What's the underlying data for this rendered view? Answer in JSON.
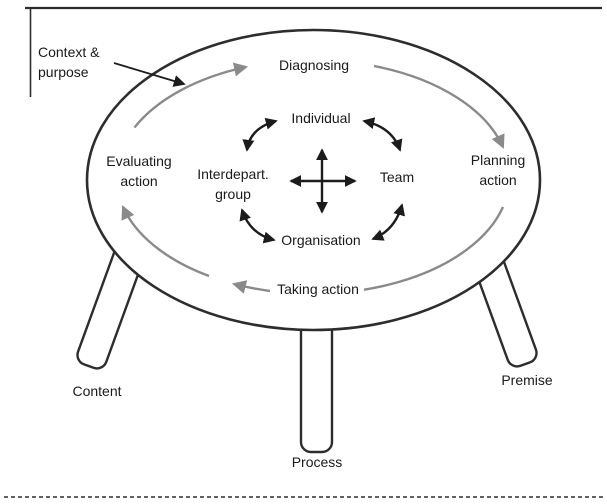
{
  "figure": {
    "context_note": {
      "line1": "Context &",
      "line2": "purpose"
    },
    "outer_cycle": {
      "diagnosing": "Diagnosing",
      "planning_line1": "Planning",
      "planning_line2": "action",
      "taking": "Taking action",
      "evaluating_line1": "Evaluating",
      "evaluating_line2": "action"
    },
    "inner_system": {
      "individual": "Individual",
      "team": "Team",
      "organisation": "Organisation",
      "interdepart_line1": "Interdepart.",
      "interdepart_line2": "group"
    },
    "legs": {
      "left": "Content",
      "middle": "Process",
      "right": "Premise"
    },
    "colors": {
      "outer_arrow": "#8a8a8a",
      "inner_arrow": "#1c1c1c",
      "outline": "#2d2d2d",
      "text": "#1a1a1a"
    }
  }
}
